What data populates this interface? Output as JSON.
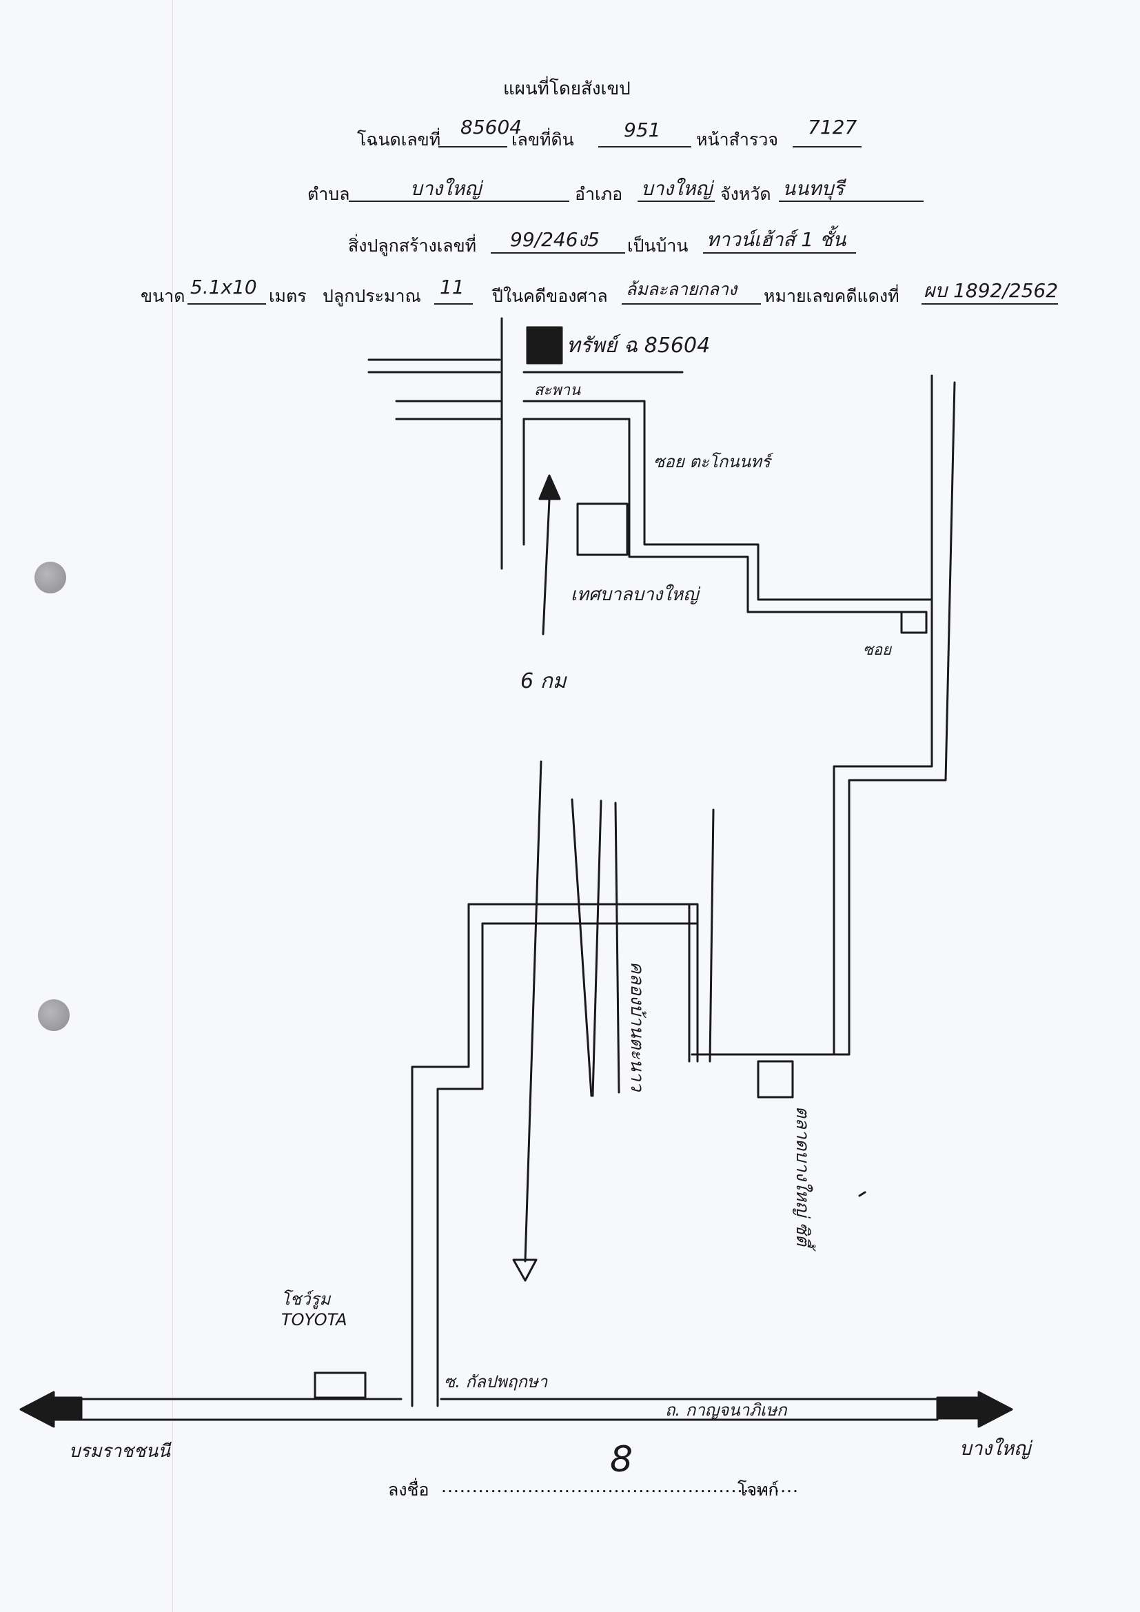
{
  "header": {
    "title": "แผนที่โดยสังเขป",
    "deed_label": "โฉนดเลขที่",
    "deed_no": "85604",
    "land_no_label": "เลขที่ดิน",
    "land_no": "951",
    "survey_page_label": "หน้าสำรวจ",
    "survey_page": "7127",
    "subdistrict_label": "ตำบล",
    "subdistrict": "บางใหญ่",
    "district_label": "อำเภอ",
    "district": "บางใหญ่",
    "province_label": "จังหวัด",
    "province": "นนทบุรี",
    "building_label": "สิ่งปลูกสร้างเลขที่",
    "building_no": "99/246ง5",
    "building_type_label": "เป็นบ้าน",
    "building_type": "ทาวน์เฮ้าส์ 1 ชั้น",
    "size_label": "ขนาด",
    "size_value": "5.1x10",
    "size_unit": "เมตร",
    "built_label": "ปลูกประมาณ",
    "built_years": "11",
    "court_label": "ปีในคดีของศาล",
    "court_name": "ล้มละลายกลาง",
    "case_label": "หมายเลขคดีแดงที่",
    "case_no": "ผบ 1892/2562"
  },
  "map": {
    "property_label": "ทรัพย์ ฉ 85604",
    "canal_top": "สะพาน",
    "road_top_right": "ซอย ตะโกนนทร์",
    "village_label": "เทศบาลบางใหญ่",
    "soi_label": "ซอย",
    "walk_label": "6 กม",
    "canal_label": "คลองบ้านตะนาว",
    "landmark_right": "ตลาดบางใหญ่ ซิตี้",
    "showroom_label": "โชว์รูม TOYOTA",
    "junction_label": "ซ. กัลปพฤกษา",
    "main_road": "ถ. กาญจนาภิเษก",
    "left_dir": "บรมราชชนนี",
    "right_dir": "บางใหญ่",
    "north_symbol": "8"
  },
  "signature": {
    "label": "ลงชื่อ",
    "dots": "..........................................................",
    "role": "โจทก์"
  }
}
